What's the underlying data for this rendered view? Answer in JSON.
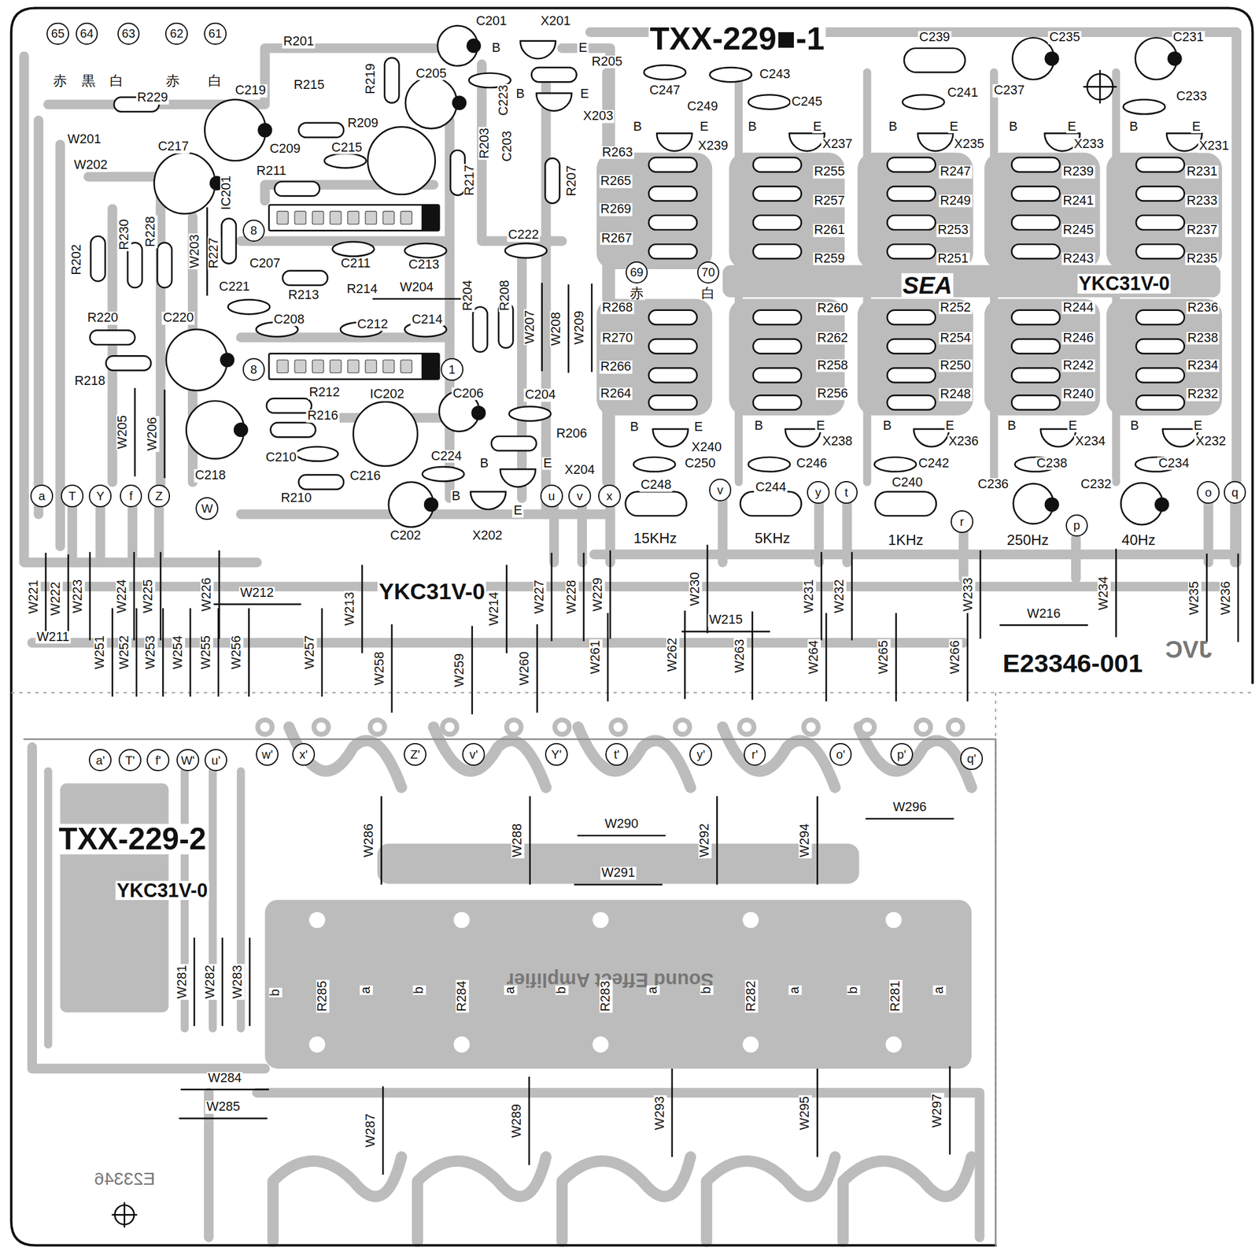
{
  "diagram": {
    "nodes": [
      {
        "text": [
          "65"
        ]
      },
      {
        "text": [
          "64"
        ]
      },
      {
        "text": [
          "63"
        ]
      },
      {
        "text": [
          "62"
        ]
      },
      {
        "text": [
          "61"
        ]
      },
      {
        "text": [
          "8"
        ]
      },
      {
        "text": [
          "8"
        ]
      },
      {
        "text": [
          "1"
        ]
      },
      {
        "text": [
          "69"
        ]
      },
      {
        "text": [
          "70"
        ]
      },
      {
        "text": [
          "a"
        ]
      },
      {
        "text": [
          "T"
        ]
      },
      {
        "text": [
          "Y"
        ]
      },
      {
        "text": [
          "f"
        ]
      },
      {
        "text": [
          "Z"
        ]
      },
      {
        "text": [
          "W"
        ]
      },
      {
        "text": [
          "u"
        ]
      },
      {
        "text": [
          "v"
        ]
      },
      {
        "text": [
          "x"
        ]
      },
      {
        "text": [
          "v"
        ]
      },
      {
        "text": [
          "y"
        ]
      },
      {
        "text": [
          "t"
        ]
      },
      {
        "text": [
          "r"
        ]
      },
      {
        "text": [
          "p"
        ]
      },
      {
        "text": [
          "o"
        ]
      },
      {
        "text": [
          "q"
        ]
      },
      {
        "text": [
          "a'"
        ]
      },
      {
        "text": [
          "T'"
        ]
      },
      {
        "text": [
          "f'"
        ]
      },
      {
        "text": [
          "W'"
        ]
      },
      {
        "text": [
          "u'"
        ]
      },
      {
        "text": [
          "w'"
        ]
      },
      {
        "text": [
          "x'"
        ]
      },
      {
        "text": [
          "Z'"
        ]
      },
      {
        "text": [
          "v'"
        ]
      },
      {
        "text": [
          "Y'"
        ]
      },
      {
        "text": [
          "t'"
        ]
      },
      {
        "text": [
          "y'"
        ]
      },
      {
        "text": [
          "r'"
        ]
      },
      {
        "text": [
          "o'"
        ]
      },
      {
        "text": [
          "p'"
        ]
      },
      {
        "text": [
          "q'"
        ]
      }
    ],
    "labels": [
      "赤",
      "黒",
      "白",
      "赤",
      "白",
      "R201",
      "R229",
      "R215",
      "R219",
      "C219",
      "C205",
      "C201",
      "X201",
      "B",
      "E",
      "R205",
      "B",
      "E",
      "X203",
      "C223",
      "R203",
      "C203",
      "R209",
      "C209",
      "C215",
      "C217",
      "W201",
      "W202",
      "R211",
      "IC201",
      "R217",
      "R207",
      "R202",
      "R230",
      "R228",
      "W203",
      "R227",
      "C207",
      "C211",
      "C213",
      "C222",
      "C221",
      "R213",
      "R214",
      "W204",
      "R204",
      "R208",
      "W207",
      "W208",
      "W209",
      "C208",
      "C212",
      "C214",
      "R220",
      "C220",
      "R218",
      "R212",
      "IC202",
      "C206",
      "C204",
      "R206",
      "R216",
      "W205",
      "W206",
      "C218",
      "C210",
      "C216",
      "R210",
      "C224",
      "B",
      "E",
      "X204",
      "B",
      "E",
      "C202",
      "X202",
      "TXX-229■-1",
      "C239",
      "C235",
      "C231",
      "C247",
      "C243",
      "C249",
      "C245",
      "C241",
      "C237",
      "C233",
      "B",
      "E",
      "X239",
      "B",
      "E",
      "X237",
      "B",
      "E",
      "X235",
      "B",
      "E",
      "X233",
      "B",
      "E",
      "X231",
      "R263",
      "R265",
      "R269",
      "R267",
      "R255",
      "R257",
      "R261",
      "R259",
      "R247",
      "R249",
      "R253",
      "R251",
      "R239",
      "R241",
      "R245",
      "R243",
      "R231",
      "R233",
      "R237",
      "R235",
      "赤",
      "白",
      "SEA",
      "YKC31V-0",
      "R268",
      "R270",
      "R266",
      "R264",
      "R260",
      "R262",
      "R258",
      "R256",
      "R252",
      "R254",
      "R250",
      "R248",
      "R244",
      "R246",
      "R242",
      "R240",
      "R236",
      "R238",
      "R234",
      "R232",
      "B",
      "E",
      "X240",
      "B",
      "E",
      "X238",
      "B",
      "E",
      "X236",
      "B",
      "E",
      "X234",
      "B",
      "E",
      "X232",
      "C250",
      "C246",
      "C242",
      "C238",
      "C234",
      "C248",
      "C244",
      "C240",
      "C236",
      "C232",
      "15KHz",
      "5KHz",
      "1KHz",
      "250Hz",
      "40Hz",
      "W221",
      "W222",
      "W223",
      "W224",
      "W225",
      "W226",
      "W212",
      "W211",
      "YKC31V-0",
      "W213",
      "W214",
      "W227",
      "W228",
      "W229",
      "W230",
      "W215",
      "W231",
      "W232",
      "W233",
      "W216",
      "W234",
      "W235",
      "W236",
      "JVC",
      "E23346-001",
      "W251",
      "W252",
      "W253",
      "W254",
      "W255",
      "W256",
      "W257",
      "W258",
      "W259",
      "W260",
      "W261",
      "W262",
      "W263",
      "W264",
      "W265",
      "W266",
      "TXX-229-2",
      "YKC31V-0",
      "W286",
      "W288",
      "W290",
      "W292",
      "W294",
      "W296",
      "W291",
      "Sound Effect Amplifier",
      "b",
      "R285",
      "a",
      "b",
      "R284",
      "a",
      "b",
      "R283",
      "a",
      "b",
      "R282",
      "a",
      "b",
      "R281",
      "a",
      "W281",
      "W282",
      "W283",
      "W284",
      "W285",
      "W287",
      "W289",
      "W293",
      "W295",
      "W297",
      "E23346"
    ]
  }
}
